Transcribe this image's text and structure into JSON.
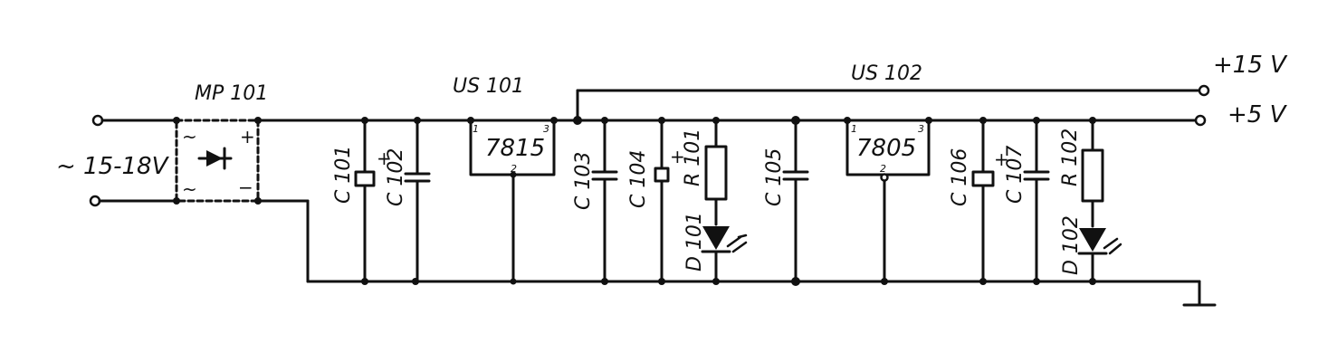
{
  "labels": {
    "input_voltage": "~ 15-18V",
    "bridge": "MP 101",
    "bridge_ac_top": "~",
    "bridge_ac_bottom": "~",
    "bridge_plus": "+",
    "bridge_minus": "−",
    "reg1_name": "US 101",
    "reg1_part": "7815",
    "reg2_name": "US 102",
    "reg2_part": "7805",
    "out_15": "+15 V",
    "out_5": "+5 V",
    "c101": "C 101",
    "c102": "C 102",
    "c103": "C 103",
    "c104": "C 104",
    "c105": "C 105",
    "c106": "C 106",
    "c107": "C 107",
    "r101": "R 101",
    "r102": "R 102",
    "d101": "D 101",
    "d102": "D 102",
    "plus": "+",
    "pin1": "1",
    "pin2": "2",
    "pin3": "3"
  }
}
